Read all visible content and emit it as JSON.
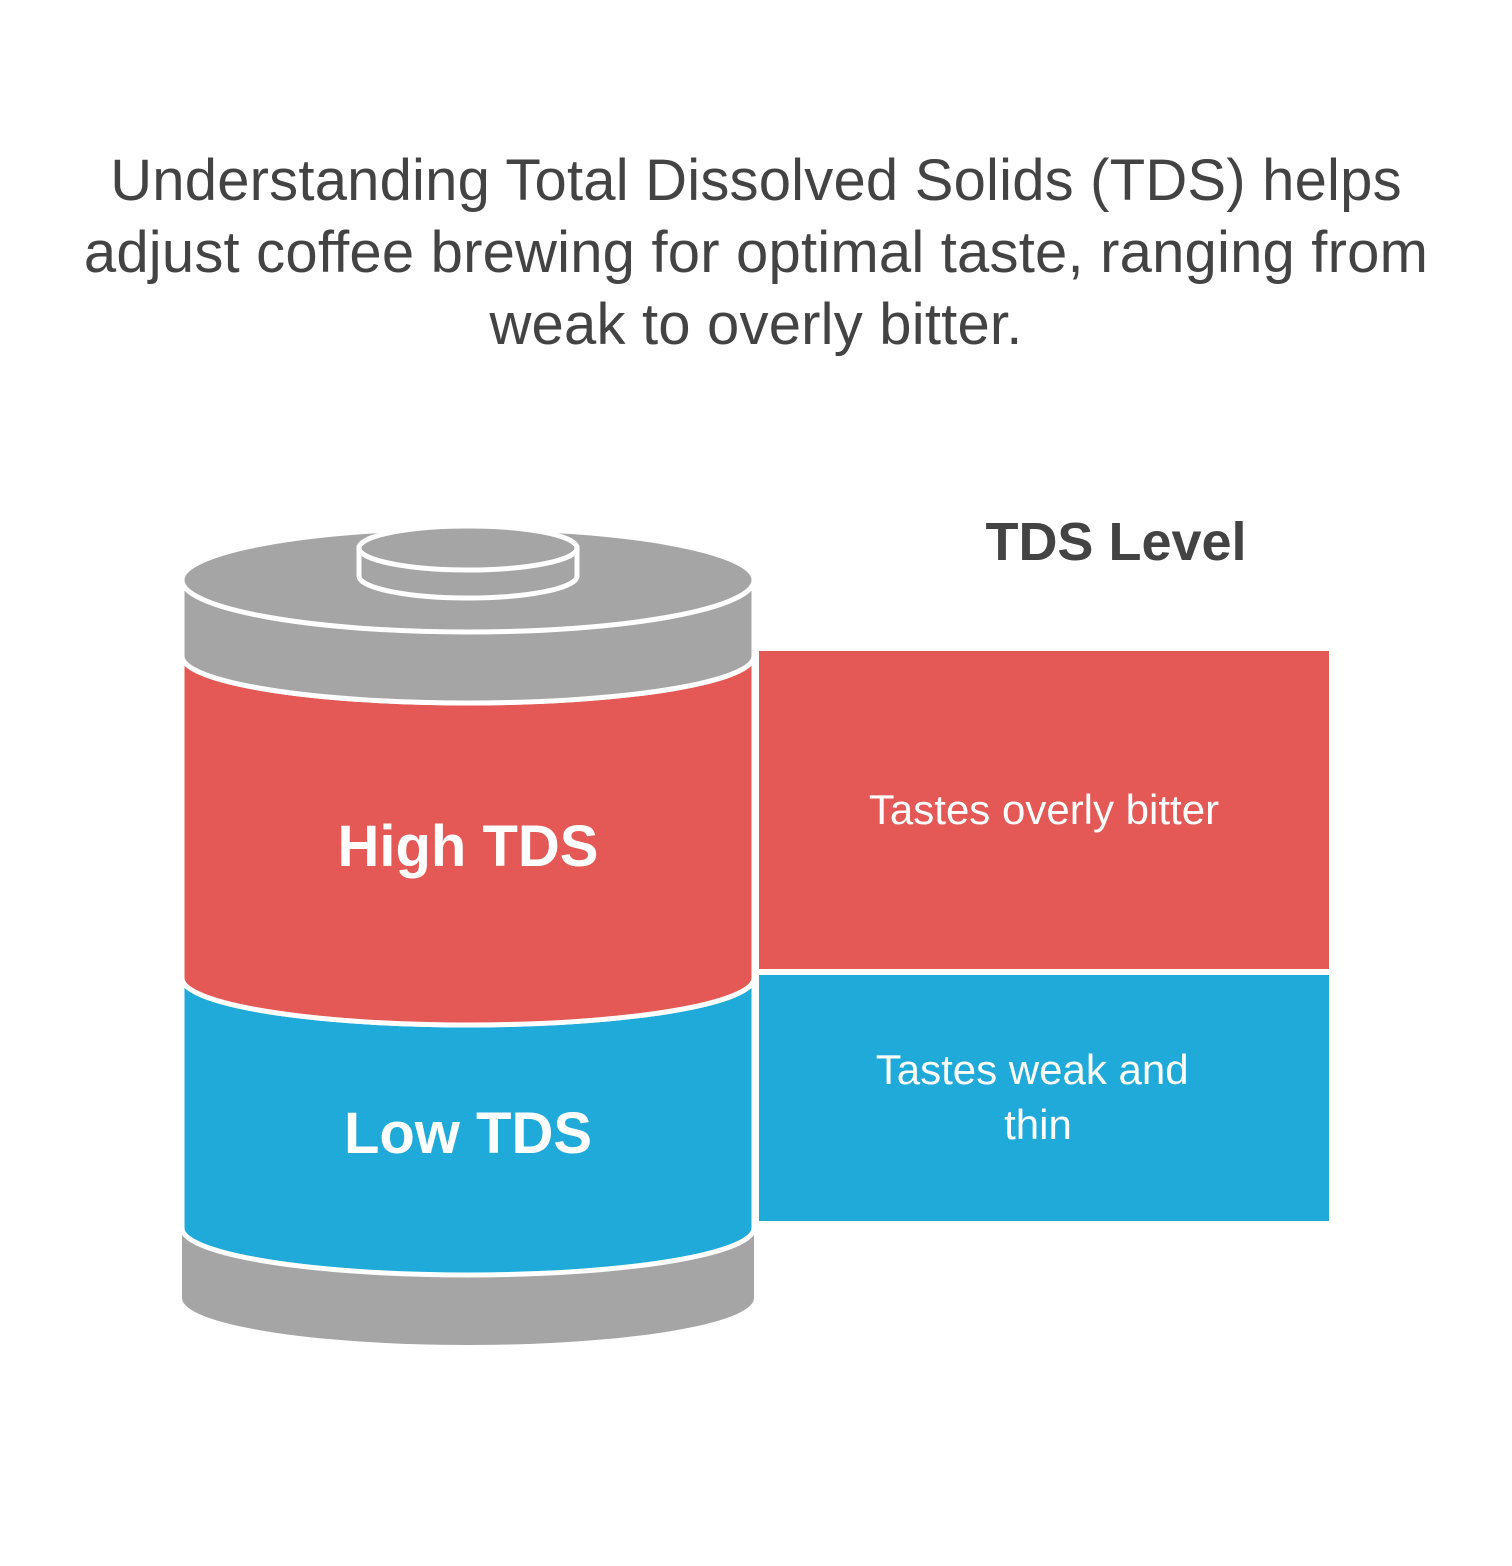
{
  "headline": "Understanding Total Dissolved Solids (TDS) helps adjust coffee brewing for optimal taste, ranging from weak to overly bitter.",
  "scale_title": "TDS Level",
  "colors": {
    "high": "#e45855",
    "low": "#1faad9",
    "cap": "#a5a5a5",
    "text_dark": "#434343",
    "outline": "#ffffff"
  },
  "layers": [
    {
      "label": "High TDS",
      "description_lines": [
        "Tastes overly bitter"
      ]
    },
    {
      "label": "Low TDS",
      "description_lines": [
        "Tastes weak and",
        "thin"
      ]
    }
  ]
}
